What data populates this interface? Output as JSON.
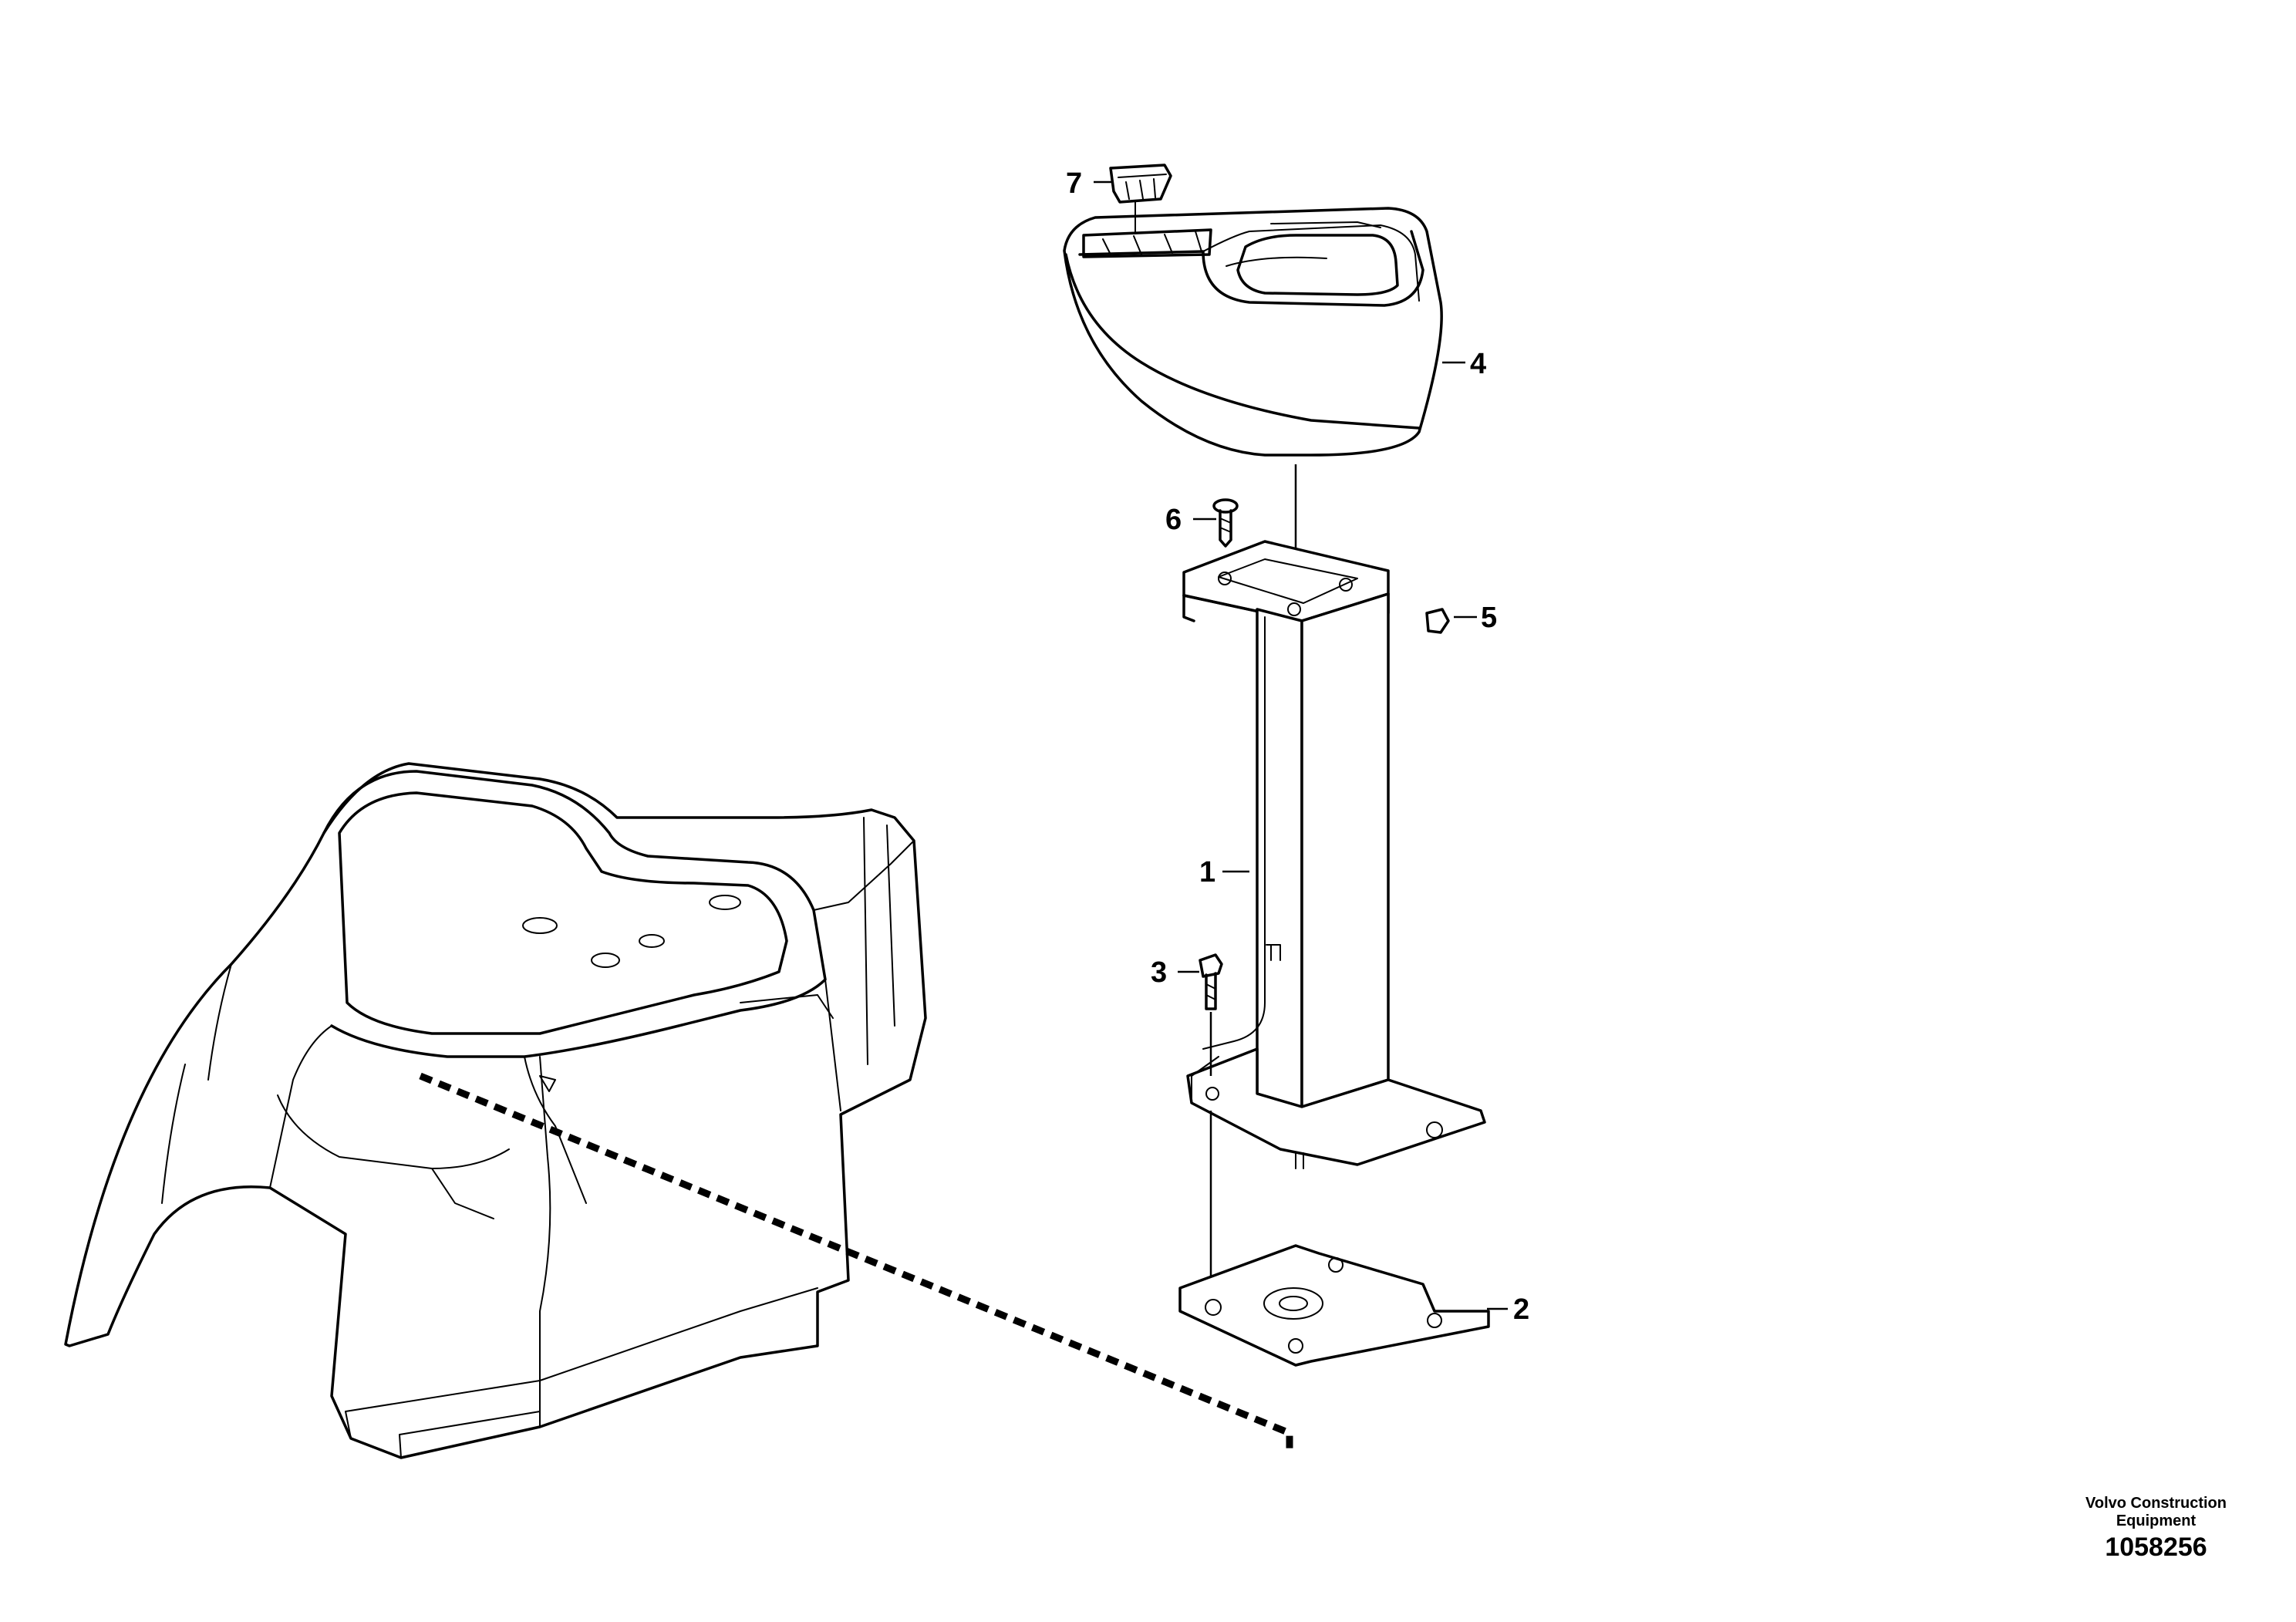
{
  "callouts": [
    {
      "id": "1",
      "text": "1"
    },
    {
      "id": "2",
      "text": "2"
    },
    {
      "id": "3",
      "text": "3"
    },
    {
      "id": "4",
      "text": "4"
    },
    {
      "id": "5",
      "text": "5"
    },
    {
      "id": "6",
      "text": "6"
    },
    {
      "id": "7",
      "text": "7"
    }
  ],
  "footer": {
    "manufacturer_line1": "Volvo Construction",
    "manufacturer_line2": "Equipment",
    "illustration_number": "1058256"
  }
}
